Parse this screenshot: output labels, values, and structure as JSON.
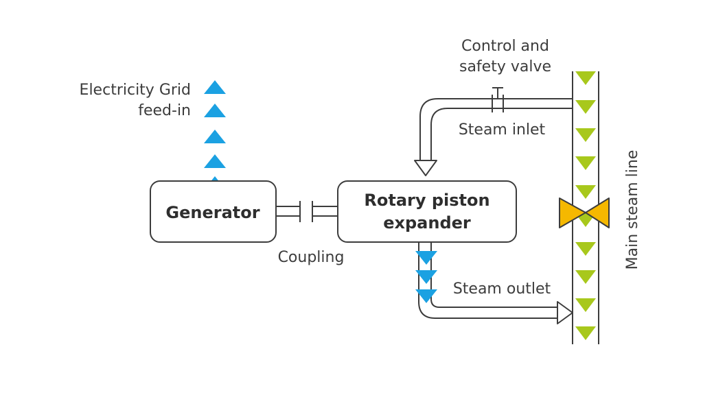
{
  "labels": {
    "control_valve": [
      "Control and",
      "safety valve"
    ],
    "steam_inlet": "Steam inlet",
    "electricity": [
      "Electricity Grid",
      "feed-in"
    ],
    "coupling": "Coupling",
    "steam_outlet": "Steam outlet",
    "main_steam_line": "Main steam line"
  },
  "boxes": {
    "generator": [
      "Generator"
    ],
    "expander": [
      "Rotary piston",
      "expander"
    ]
  },
  "colors": {
    "line": "#3c3c3c",
    "electricity_arrow": "#1ba1e2",
    "steam_flow": "#a8c81c",
    "valve": "#f5b800",
    "outlet_flow": "#1ba1e2"
  }
}
